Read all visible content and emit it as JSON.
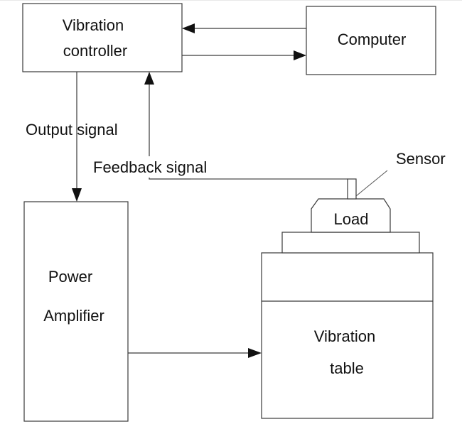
{
  "nodes": {
    "vibration_controller": {
      "line1": "Vibration",
      "line2": "controller"
    },
    "computer": {
      "label": "Computer"
    },
    "power_amplifier": {
      "line1": "Power",
      "line2": "Amplifier"
    },
    "vibration_table": {
      "line1": "Vibration",
      "line2": "table"
    },
    "load": {
      "label": "Load"
    },
    "sensor": {
      "label": "Sensor"
    }
  },
  "edges": {
    "output_signal": {
      "label": "Output signal"
    },
    "feedback_signal": {
      "label": "Feedback signal"
    }
  }
}
